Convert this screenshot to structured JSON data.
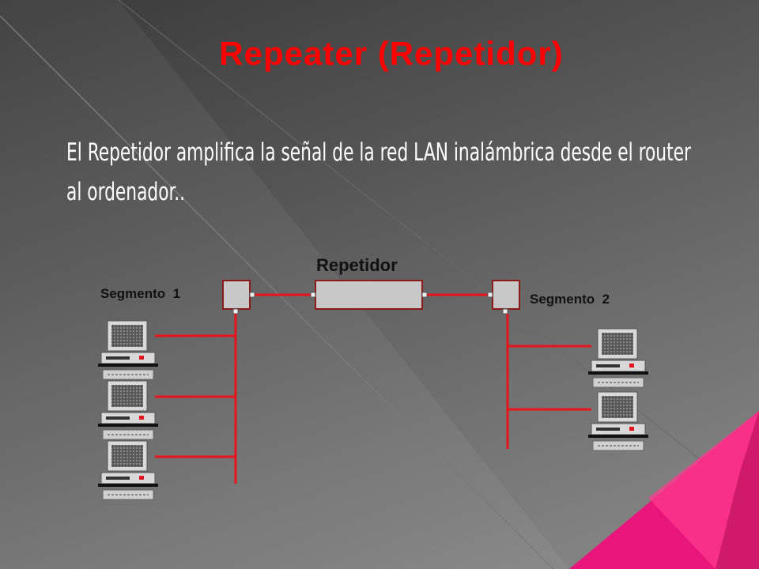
{
  "slide": {
    "title": "Repeater (Repetidor)",
    "body": "El Repetidor amplifica la señal de la red LAN inalámbrica desde el router al ordenador.."
  },
  "diagram": {
    "repeater_label": "Repetidor",
    "segment1_label": "Segmento  1",
    "segment2_label": "Segmento  2",
    "segment1_computers": 3,
    "segment2_computers": 2
  },
  "colors": {
    "title": "#ff0000",
    "body_text": "#ffffff",
    "cable": "#e8141c",
    "accent": "#e8157a",
    "device_fill": "#c8c8c8"
  }
}
